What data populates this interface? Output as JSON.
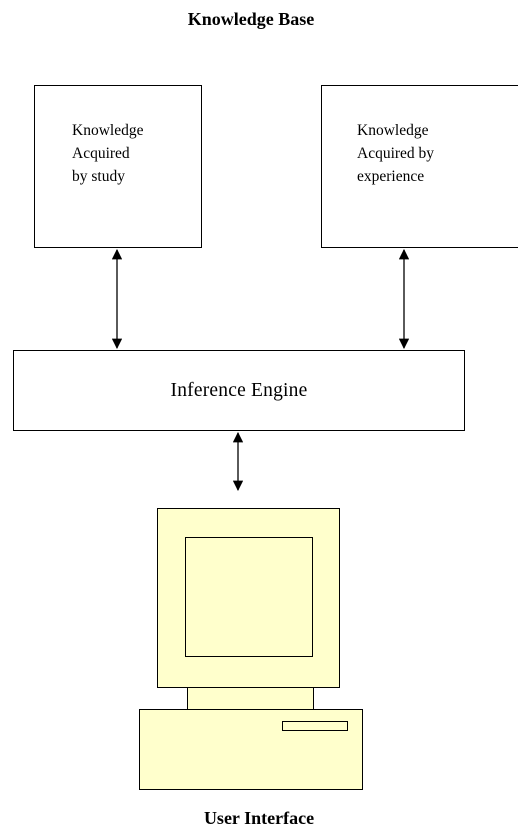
{
  "diagram": {
    "top_title": "Knowledge Base",
    "bottom_title": "User Interface",
    "boxes": {
      "study": "Knowledge\nAcquired\nby study",
      "experience": "Knowledge\nAcquired by\nexperience",
      "engine": "Inference Engine"
    },
    "colors": {
      "computer_fill": "#ffffcc",
      "line": "#000000"
    },
    "connectors": [
      {
        "from": "study",
        "to": "engine",
        "type": "bidirectional-arrow"
      },
      {
        "from": "experience",
        "to": "engine",
        "type": "bidirectional-arrow"
      },
      {
        "from": "engine",
        "to": "user-interface",
        "type": "bidirectional-arrow"
      }
    ],
    "icons": [
      "computer-icon"
    ]
  }
}
